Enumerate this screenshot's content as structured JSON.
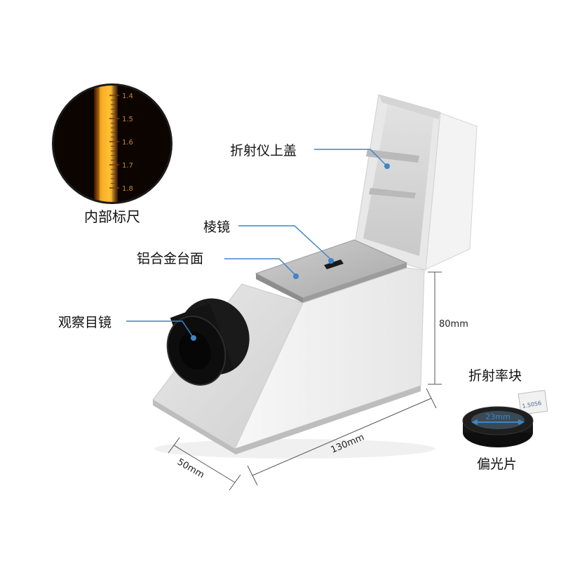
{
  "colors": {
    "callout": "#3d86c8",
    "body_light": "#f4f4f4",
    "body_mid": "#d9d9d9",
    "body_dark": "#b5b5b5",
    "metal": "#b9b9b9",
    "scale_bg": "#0b0400",
    "scale_glow": "#f29a1a",
    "scale_text": "#c8891e",
    "eyepiece": "#111111"
  },
  "inset": {
    "caption": "内部标尺",
    "ticks": [
      "1.4",
      "1.5",
      "1.6",
      "1.7",
      "1.8"
    ]
  },
  "callouts": {
    "cover": "折射仪上盖",
    "prism": "棱镜",
    "platform": "铝合金台面",
    "eyepiece": "观察目镜"
  },
  "dimensions": {
    "height": "80mm",
    "length": "130mm",
    "width": "50mm"
  },
  "accessories": {
    "block_label": "折射率块",
    "polarizer_label": "偏光片",
    "diameter": "23mm",
    "block_note": "1.5056"
  }
}
